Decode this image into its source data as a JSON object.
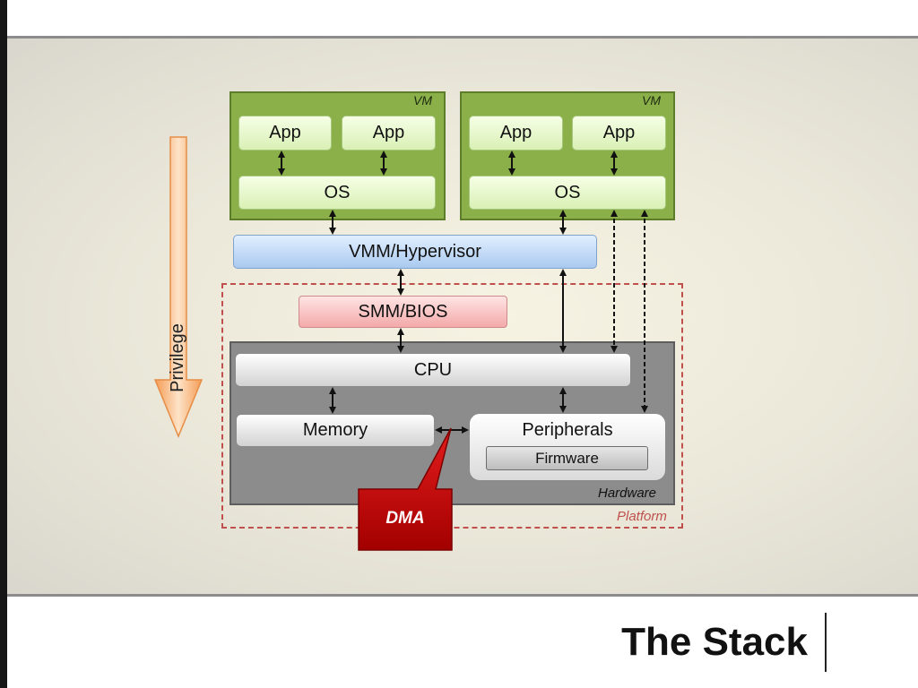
{
  "slide": {
    "title": "The Stack"
  },
  "diagram": {
    "vm_left": {
      "label": "VM",
      "app1": "App",
      "app2": "App",
      "os": "OS"
    },
    "vm_right": {
      "label": "VM",
      "app1": "App",
      "app2": "App",
      "os": "OS"
    },
    "vmm": "VMM/Hypervisor",
    "smm": "SMM/BIOS",
    "cpu": "CPU",
    "memory": "Memory",
    "peripherals": "Peripherals",
    "firmware": "Firmware",
    "hardware_label": "Hardware",
    "platform_label": "Platform",
    "privilege_label": "Privilege",
    "dma_label": "DMA"
  },
  "colors": {
    "vm_green": "#8bb04a",
    "vmm_blue": "#a9c9ef",
    "smm_red": "#f3a9a9",
    "platform_dash": "#c0504d",
    "hardware_gray": "#8c8c8c",
    "dma_red": "#c00000",
    "privilege_orange": "#f8b97f"
  }
}
